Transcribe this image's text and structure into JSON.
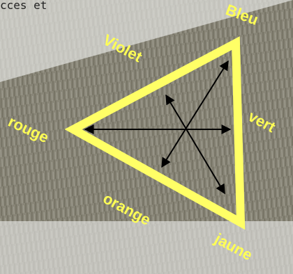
{
  "header": {
    "text": "cces et"
  },
  "diagram": {
    "labels": {
      "top_right": "Bleu",
      "top_left": "Violet",
      "left": "rouge",
      "right": "vert",
      "bottom_left": "orange",
      "bottom_right": "jaune"
    }
  },
  "colors": {
    "triangle": "#ffff66",
    "labels": "#ffff55",
    "arrows": "#000000",
    "grass_dark": "#6f6c5e",
    "grass_light": "#a8a69a",
    "page": "#dcdcd8"
  }
}
